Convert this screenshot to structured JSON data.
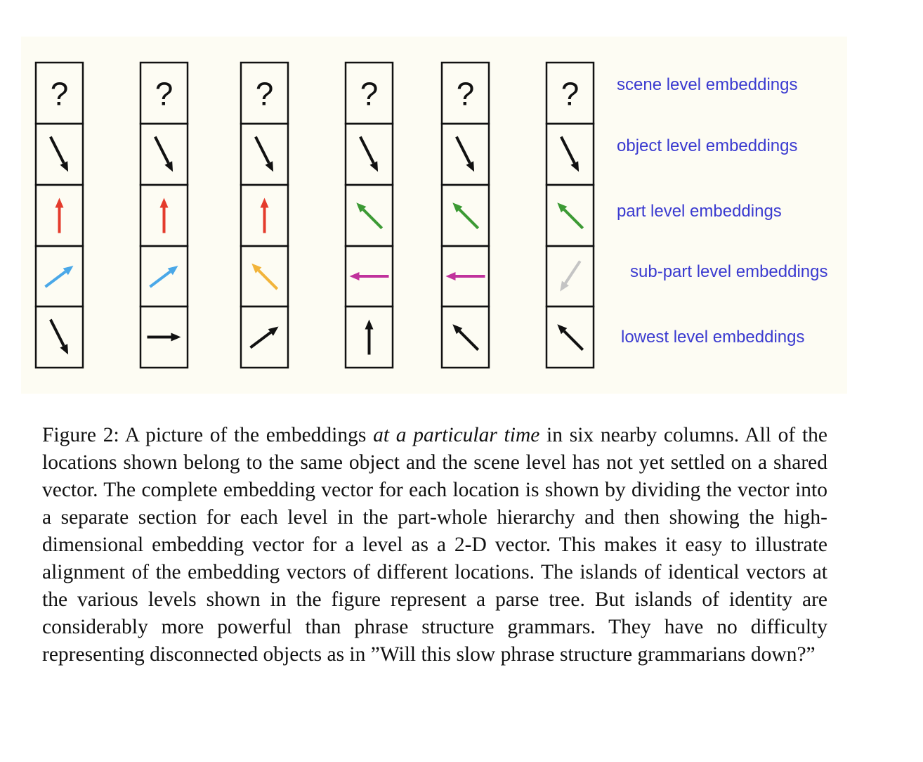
{
  "figure": {
    "background": "#fdfcf3",
    "cell_symbol": "?",
    "level_labels": [
      "scene level embeddings",
      "object level embeddings",
      "part level embeddings",
      "sub-part level embeddings",
      "lowest level embeddings"
    ],
    "colors": {
      "black": "#111111",
      "red": "#e43b2c",
      "blue": "#4aa8e8",
      "yellow": "#f2b43a",
      "green": "#3c9a34",
      "magenta": "#c0329c",
      "gray": "#c4c4c4",
      "label": "#3a3ad0"
    },
    "columns": [
      {
        "cells": [
          {
            "type": "question"
          },
          {
            "type": "arrow",
            "color": "black",
            "direction": "down-right"
          },
          {
            "type": "arrow",
            "color": "red",
            "direction": "up"
          },
          {
            "type": "arrow",
            "color": "blue",
            "direction": "up-right"
          },
          {
            "type": "arrow",
            "color": "black",
            "direction": "down-right"
          }
        ]
      },
      {
        "cells": [
          {
            "type": "question"
          },
          {
            "type": "arrow",
            "color": "black",
            "direction": "down-right"
          },
          {
            "type": "arrow",
            "color": "red",
            "direction": "up"
          },
          {
            "type": "arrow",
            "color": "blue",
            "direction": "up-right"
          },
          {
            "type": "arrow",
            "color": "black",
            "direction": "right"
          }
        ]
      },
      {
        "cells": [
          {
            "type": "question"
          },
          {
            "type": "arrow",
            "color": "black",
            "direction": "down-right"
          },
          {
            "type": "arrow",
            "color": "red",
            "direction": "up"
          },
          {
            "type": "arrow",
            "color": "yellow",
            "direction": "up-left"
          },
          {
            "type": "arrow",
            "color": "black",
            "direction": "up-right"
          }
        ]
      },
      {
        "cells": [
          {
            "type": "question"
          },
          {
            "type": "arrow",
            "color": "black",
            "direction": "down-right"
          },
          {
            "type": "arrow",
            "color": "green",
            "direction": "up-left"
          },
          {
            "type": "arrow",
            "color": "magenta",
            "direction": "left"
          },
          {
            "type": "arrow",
            "color": "black",
            "direction": "up"
          }
        ]
      },
      {
        "cells": [
          {
            "type": "question"
          },
          {
            "type": "arrow",
            "color": "black",
            "direction": "down-right"
          },
          {
            "type": "arrow",
            "color": "green",
            "direction": "up-left"
          },
          {
            "type": "arrow",
            "color": "magenta",
            "direction": "left"
          },
          {
            "type": "arrow",
            "color": "black",
            "direction": "up-left"
          }
        ]
      },
      {
        "cells": [
          {
            "type": "question"
          },
          {
            "type": "arrow",
            "color": "black",
            "direction": "down-right"
          },
          {
            "type": "arrow",
            "color": "green",
            "direction": "up-left"
          },
          {
            "type": "arrow",
            "color": "gray",
            "direction": "down-left"
          },
          {
            "type": "arrow",
            "color": "black",
            "direction": "up-left"
          }
        ]
      }
    ]
  },
  "caption": {
    "prefix": "Figure 2:  A picture of the embeddings ",
    "emphasis": "at a particular time",
    "text": " in six nearby columns. All of the locations shown belong to the same object and the scene level has not yet settled on a shared vector.  The complete embedding vector for each location is shown by dividing the vector into a separate section for each level in the part-whole hierarchy and then showing the high-dimensional embedding vector for a level as a 2-D vector.  This makes it easy to illustrate alignment of the embedding vectors of different locations. The islands of identical vectors at the various levels shown in the figure represent a parse tree.  But islands of identity are considerably more powerful than phrase structure grammars.  They have no difficulty representing disconnected objects as in ”Will this slow phrase structure grammarians down?”"
  }
}
